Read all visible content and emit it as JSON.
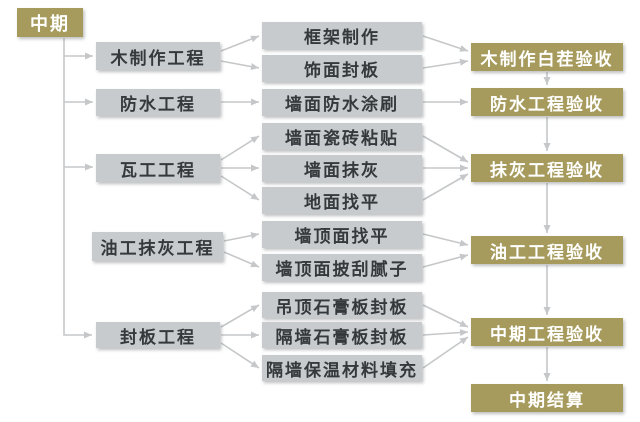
{
  "palette": {
    "bg": "#ffffff",
    "olive": "#a69b5c",
    "box-gray": "#c8cbcd",
    "text-dark": "#36393c",
    "text-light": "#ffffff",
    "line": "#c5c7c9"
  },
  "root": {
    "label": "中期"
  },
  "stages": [
    {
      "label": "木制作工程"
    },
    {
      "label": "防水工程"
    },
    {
      "label": "瓦工工程"
    },
    {
      "label": "油工抹灰工程"
    },
    {
      "label": "封板工程"
    }
  ],
  "tasks": [
    {
      "label": "框架制作"
    },
    {
      "label": "饰面封板"
    },
    {
      "label": "墙面防水涂刷"
    },
    {
      "label": "墙面瓷砖粘贴"
    },
    {
      "label": "墙面抹灰"
    },
    {
      "label": "地面找平"
    },
    {
      "label": "墙顶面找平"
    },
    {
      "label": "墙顶面披刮腻子"
    },
    {
      "label": "吊顶石膏板封板"
    },
    {
      "label": "隔墙石膏板封板"
    },
    {
      "label": "隔墙保温材料填充"
    }
  ],
  "milestones": [
    {
      "label": "木制作白茬验收"
    },
    {
      "label": "防水工程验收"
    },
    {
      "label": "抹灰工程验收"
    },
    {
      "label": "油工工程验收"
    },
    {
      "label": "中期工程验收"
    },
    {
      "label": "中期结算"
    }
  ],
  "edges": [
    {
      "from": "中期",
      "to": "木制作工程"
    },
    {
      "from": "中期",
      "to": "防水工程"
    },
    {
      "from": "中期",
      "to": "瓦工工程"
    },
    {
      "from": "中期",
      "to": "封板工程"
    },
    {
      "from": "木制作工程",
      "to": "框架制作"
    },
    {
      "from": "木制作工程",
      "to": "饰面封板"
    },
    {
      "from": "防水工程",
      "to": "墙面防水涂刷"
    },
    {
      "from": "瓦工工程",
      "to": "墙面瓷砖粘贴"
    },
    {
      "from": "瓦工工程",
      "to": "墙面抹灰"
    },
    {
      "from": "瓦工工程",
      "to": "地面找平"
    },
    {
      "from": "油工抹灰工程",
      "to": "墙顶面找平"
    },
    {
      "from": "油工抹灰工程",
      "to": "墙顶面披刮腻子"
    },
    {
      "from": "封板工程",
      "to": "吊顶石膏板封板"
    },
    {
      "from": "封板工程",
      "to": "隔墙石膏板封板"
    },
    {
      "from": "封板工程",
      "to": "隔墙保温材料填充"
    },
    {
      "from": "框架制作",
      "to": "木制作白茬验收"
    },
    {
      "from": "饰面封板",
      "to": "木制作白茬验收"
    },
    {
      "from": "墙面防水涂刷",
      "to": "防水工程验收"
    },
    {
      "from": "墙面瓷砖粘贴",
      "to": "抹灰工程验收"
    },
    {
      "from": "墙面抹灰",
      "to": "抹灰工程验收"
    },
    {
      "from": "地面找平",
      "to": "抹灰工程验收"
    },
    {
      "from": "墙顶面找平",
      "to": "油工工程验收"
    },
    {
      "from": "墙顶面披刮腻子",
      "to": "油工工程验收"
    },
    {
      "from": "吊顶石膏板封板",
      "to": "中期工程验收"
    },
    {
      "from": "隔墙石膏板封板",
      "to": "中期工程验收"
    },
    {
      "from": "隔墙保温材料填充",
      "to": "中期工程验收"
    },
    {
      "from": "木制作白茬验收",
      "to": "防水工程验收"
    },
    {
      "from": "防水工程验收",
      "to": "抹灰工程验收"
    },
    {
      "from": "抹灰工程验收",
      "to": "油工工程验收"
    },
    {
      "from": "油工工程验收",
      "to": "中期工程验收"
    },
    {
      "from": "中期工程验收",
      "to": "中期结算"
    }
  ]
}
